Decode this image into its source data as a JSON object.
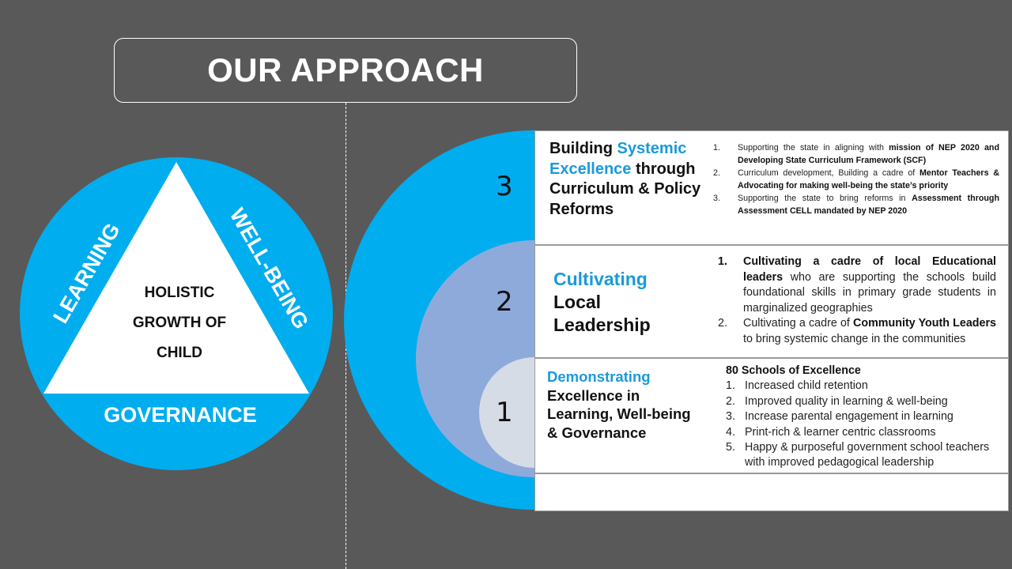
{
  "title": "OUR APPROACH",
  "colors": {
    "background": "#595959",
    "accent_blue": "#00adef",
    "mid_circle": "#8eaadb",
    "inner_circle": "#d6dce5",
    "accent_text": "#1a9ad9"
  },
  "left_diagram": {
    "center": [
      "HOLISTIC",
      "GROWTH OF",
      "CHILD"
    ],
    "left_side": "LEARNING",
    "right_side": "WELL-BEING",
    "bottom": "GOVERNANCE"
  },
  "levels": {
    "level3": {
      "number": "3",
      "heading": {
        "p1": "Building ",
        "accent": "Systemic Excellence",
        "p2": " through Curriculum & Policy Reforms"
      },
      "items": [
        {
          "n": "1.",
          "a": "Supporting the state in aligning with ",
          "b": "mission of NEP 2020 and Developing State Curriculum Framework (SCF)",
          "c": ""
        },
        {
          "n": "2.",
          "a": "Curriculum development, Building a cadre of ",
          "b": "Mentor Teachers & Advocating for making well-being the state’s priority",
          "c": ""
        },
        {
          "n": "3.",
          "a": "Supporting the state to bring reforms in ",
          "b": "Assessment through Assessment CELL mandated by NEP 2020",
          "c": ""
        }
      ]
    },
    "level2": {
      "number": "2",
      "heading": {
        "accent": "Cultivating",
        "rest": " Local Leadership"
      },
      "items": [
        {
          "n": "1.",
          "a": "",
          "b": "Cultivating a cadre of local Educational leaders",
          "c": " who are supporting the schools build foundational skills in primary grade students in marginalized geographies"
        },
        {
          "n": "2.",
          "a": "Cultivating a cadre of ",
          "b": "Community Youth Leaders",
          "c": " to bring systemic change in the communities"
        }
      ]
    },
    "level1": {
      "number": "1",
      "heading": {
        "accent": "Demonstrating",
        "rest": " Excellence in Learning, Well-being & Governance"
      },
      "list_title": "80 Schools of Excellence",
      "items": [
        {
          "n": "1.",
          "t": "Increased child retention"
        },
        {
          "n": "2.",
          "t": "Improved quality in learning & well-being"
        },
        {
          "n": "3.",
          "t": "Increase parental engagement in learning"
        },
        {
          "n": "4.",
          "t": "Print-rich & learner centric classrooms"
        },
        {
          "n": "5.",
          "t": "Happy & purposeful government school teachers with improved pedagogical leadership"
        }
      ]
    }
  }
}
